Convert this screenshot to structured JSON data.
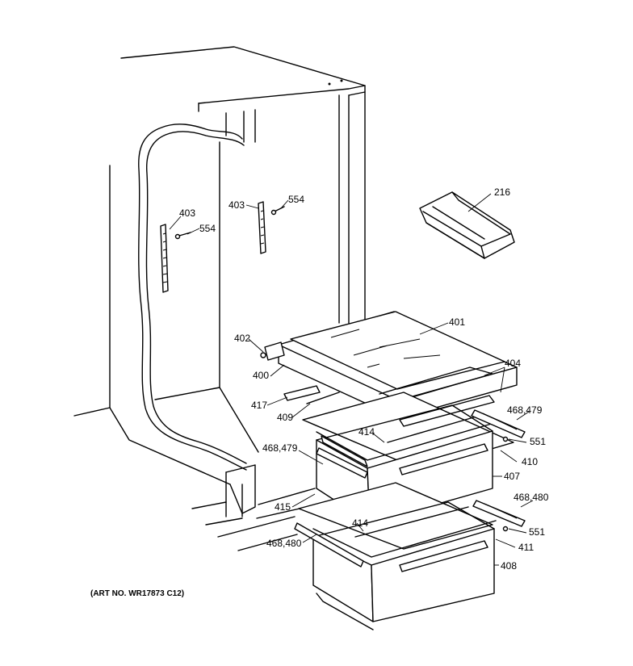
{
  "art_number": "(ART NO. WR17873 C12)",
  "labels": {
    "p216": "216",
    "p400": "400",
    "p401": "401",
    "p402": "402",
    "p403_left": "403",
    "p403_right": "403",
    "p404": "404",
    "p407": "407",
    "p408": "408",
    "p409": "409",
    "p410": "410",
    "p411": "411",
    "p414_upper": "414",
    "p414_lower": "414",
    "p415": "415",
    "p417": "417",
    "p468_479_left": "468,479",
    "p468_479_right": "468,479",
    "p468_480_left": "468,480",
    "p468_480_right": "468,480",
    "p551_upper": "551",
    "p551_lower": "551",
    "p554_left": "554",
    "p554_right": "554"
  }
}
